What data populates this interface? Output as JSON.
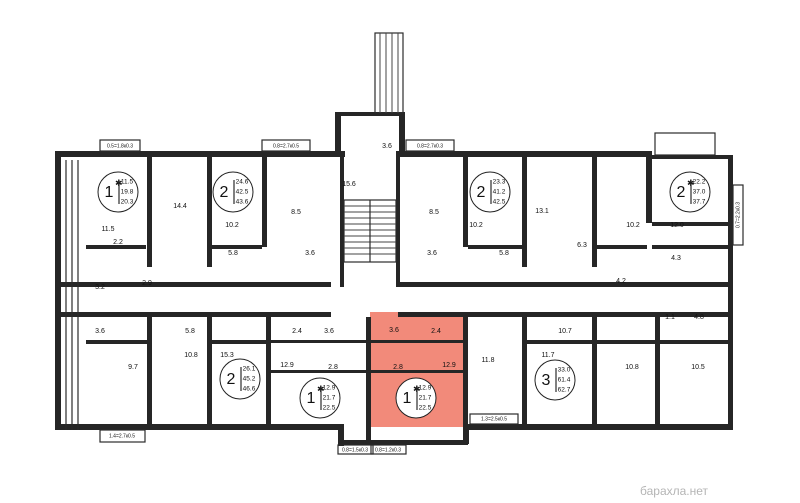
{
  "colors": {
    "highlight_fill": "#f28a7a",
    "wall": "#262626",
    "line": "#2b2b2b"
  },
  "rooms": [
    {
      "key": "r-11-5",
      "label": "11.5"
    },
    {
      "key": "r-14-4",
      "label": "14.4"
    },
    {
      "key": "r-10-2a",
      "label": "10.2"
    },
    {
      "key": "r-8-5a",
      "label": "8.5"
    },
    {
      "key": "r-15-6",
      "label": "15.6"
    },
    {
      "key": "r-3-6-top",
      "label": "3.6"
    },
    {
      "key": "r-8-5b",
      "label": "8.5"
    },
    {
      "key": "r-10-2b",
      "label": "10.2"
    },
    {
      "key": "r-13-1",
      "label": "13.1"
    },
    {
      "key": "r-10-2c",
      "label": "10.2"
    },
    {
      "key": "r-12-0",
      "label": "12.0"
    },
    {
      "key": "r-2-2",
      "label": "2.2"
    },
    {
      "key": "r-5-8a",
      "label": "5.8"
    },
    {
      "key": "r-3-6a",
      "label": "3.6"
    },
    {
      "key": "r-3-6b",
      "label": "3.6"
    },
    {
      "key": "r-5-8b",
      "label": "5.8"
    },
    {
      "key": "r-6-3",
      "label": "6.3"
    },
    {
      "key": "r-4-3",
      "label": "4.3"
    },
    {
      "key": "r-3-2",
      "label": "3.2"
    },
    {
      "key": "r-2-9",
      "label": "2.9"
    },
    {
      "key": "r-4-2",
      "label": "4.2"
    },
    {
      "key": "r-3-6c",
      "label": "3.6"
    },
    {
      "key": "r-5-8c",
      "label": "5.8"
    },
    {
      "key": "r-2-4a",
      "label": "2.4"
    },
    {
      "key": "r-3-6d",
      "label": "3.6"
    },
    {
      "key": "r-3-6e",
      "label": "3.6"
    },
    {
      "key": "r-2-4b",
      "label": "2.4"
    },
    {
      "key": "r-10-7",
      "label": "10.7"
    },
    {
      "key": "r-1-1",
      "label": "1.1"
    },
    {
      "key": "r-4-8",
      "label": "4.8"
    },
    {
      "key": "r-10-8a",
      "label": "10.8"
    },
    {
      "key": "r-15-3",
      "label": "15.3"
    },
    {
      "key": "r-12-9a",
      "label": "12.9"
    },
    {
      "key": "r-12-9b",
      "label": "12.9"
    },
    {
      "key": "r-11-8",
      "label": "11.8"
    },
    {
      "key": "r-11-7",
      "label": "11.7"
    },
    {
      "key": "r-9-7",
      "label": "9.7"
    },
    {
      "key": "r-2-8a",
      "label": "2.8"
    },
    {
      "key": "r-2-8b",
      "label": "2.8"
    },
    {
      "key": "r-10-8b",
      "label": "10.8"
    },
    {
      "key": "r-10-5",
      "label": "10.5"
    }
  ],
  "balconies": [
    {
      "key": "b1",
      "label": "0.5=1.8к0.3"
    },
    {
      "key": "b2",
      "label": "0.8=2.7к0.5"
    },
    {
      "key": "b3",
      "label": "0.8=2.7к0.3"
    },
    {
      "key": "b4",
      "label": "0.7=2.2к0.3"
    },
    {
      "key": "b5",
      "label": "1.4=2.7к0.5"
    },
    {
      "key": "b6",
      "label": "0.8=1.5к0.3"
    },
    {
      "key": "b7",
      "label": "0.8=1.2к0.3"
    },
    {
      "key": "b8",
      "label": "1.3=2.5к0.5"
    }
  ],
  "apartments": [
    {
      "key": "apt-1a",
      "rooms": "1",
      "star": true,
      "living": "11.5",
      "total": "19.8",
      "total_with_balcony": "20.3"
    },
    {
      "key": "apt-2a",
      "rooms": "2",
      "star": false,
      "living": "24.6",
      "total": "42.5",
      "total_with_balcony": "43.6"
    },
    {
      "key": "apt-2b",
      "rooms": "2",
      "star": false,
      "living": "23.3",
      "total": "41.2",
      "total_with_balcony": "42.5"
    },
    {
      "key": "apt-2c",
      "rooms": "2",
      "star": true,
      "living": "22.2",
      "total": "37.0",
      "total_with_balcony": "37.7"
    },
    {
      "key": "apt-2d",
      "rooms": "2",
      "star": false,
      "living": "26.1",
      "total": "45.2",
      "total_with_balcony": "46.6"
    },
    {
      "key": "apt-1b",
      "rooms": "1",
      "star": true,
      "living": "12.9",
      "total": "21.7",
      "total_with_balcony": "22.5"
    },
    {
      "key": "apt-1c",
      "rooms": "1",
      "star": true,
      "living": "12.9",
      "total": "21.7",
      "total_with_balcony": "22.5"
    },
    {
      "key": "apt-3a",
      "rooms": "3",
      "star": false,
      "living": "33.0",
      "total": "61.4",
      "total_with_balcony": "62.7"
    }
  ],
  "watermark": "барахла.нет"
}
